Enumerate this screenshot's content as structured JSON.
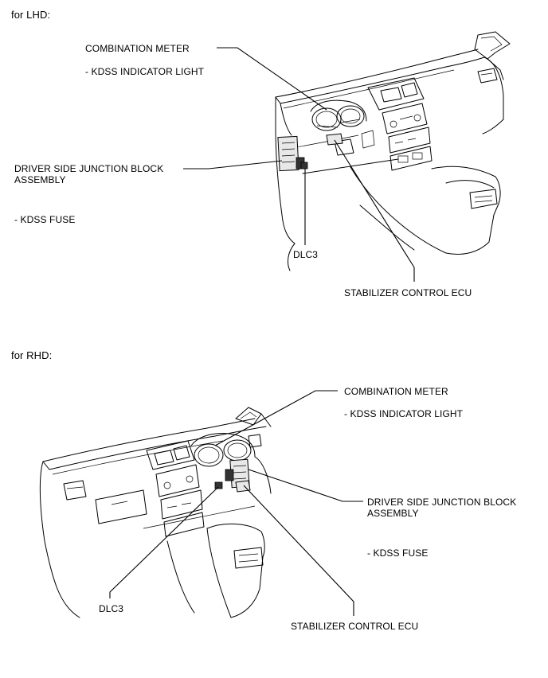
{
  "lhd": {
    "header": "for LHD:",
    "combination_meter": "COMBINATION METER",
    "kdss_indicator_light": "- KDSS INDICATOR LIGHT",
    "junction_block": "DRIVER SIDE JUNCTION BLOCK\nASSEMBLY",
    "kdss_fuse": "- KDSS FUSE",
    "dlc3": "DLC3",
    "stabilizer_ecu": "STABILIZER CONTROL ECU"
  },
  "rhd": {
    "header": "for RHD:",
    "combination_meter": "COMBINATION METER",
    "kdss_indicator_light": "- KDSS INDICATOR LIGHT",
    "junction_block": "DRIVER SIDE JUNCTION BLOCK\nASSEMBLY",
    "kdss_fuse": "- KDSS FUSE",
    "dlc3": "DLC3",
    "stabilizer_ecu": "STABILIZER CONTROL ECU"
  }
}
